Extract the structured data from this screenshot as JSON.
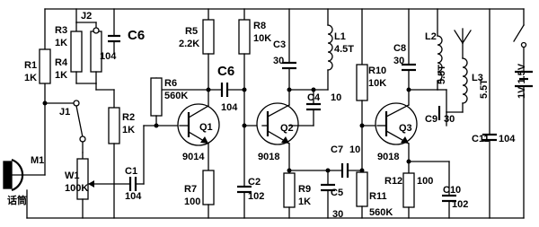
{
  "microphone": {
    "ref": "M1",
    "name": "话筒"
  },
  "resistors": [
    {
      "ref": "R1",
      "value": "1K"
    },
    {
      "ref": "R2",
      "value": "1K"
    },
    {
      "ref": "R3",
      "value": "1K"
    },
    {
      "ref": "R4",
      "value": "1K"
    },
    {
      "ref": "R5",
      "value": "2.2K"
    },
    {
      "ref": "R6",
      "value": "560K"
    },
    {
      "ref": "R7",
      "value": "100"
    },
    {
      "ref": "R8",
      "value": "10K"
    },
    {
      "ref": "R9",
      "value": "1K"
    },
    {
      "ref": "R10",
      "value": "10K"
    },
    {
      "ref": "R11",
      "value": "560K"
    },
    {
      "ref": "R12",
      "value": "100"
    }
  ],
  "pot": {
    "ref": "W1",
    "value": "100K"
  },
  "jumpers": {
    "j1": "J1",
    "j2": "J2"
  },
  "capacitors": {
    "c1": {
      "ref": "C1",
      "value": "104"
    },
    "c2": {
      "ref": "C2",
      "value": "102"
    },
    "c3": {
      "ref": "C3",
      "value": "30"
    },
    "c4": {
      "ref": "C4",
      "value": "10"
    },
    "c5": {
      "ref": "C5",
      "value": "30"
    },
    "c6a": {
      "ref": "C6",
      "value": "104"
    },
    "c6b": {
      "ref": "C6",
      "value": "104"
    },
    "c7": {
      "ref": "C7",
      "value": "10"
    },
    "c8": {
      "ref": "C8",
      "value": "30"
    },
    "c9": {
      "ref": "C9",
      "value": "30"
    },
    "c10": {
      "ref": "C10",
      "value": "102"
    },
    "c11": {
      "ref": "C11",
      "value": "104"
    }
  },
  "transistors": [
    {
      "ref": "Q1",
      "type": "9014"
    },
    {
      "ref": "Q2",
      "type": "9018"
    },
    {
      "ref": "Q3",
      "type": "9018"
    }
  ],
  "inductors": {
    "l1": {
      "ref": "L1",
      "value": "4.5T"
    },
    "l2": {
      "ref": "L2",
      "value": "5.5T"
    },
    "l3": {
      "ref": "L3",
      "value": "5.5T"
    }
  },
  "battery": {
    "label": "1V 1.5V"
  }
}
